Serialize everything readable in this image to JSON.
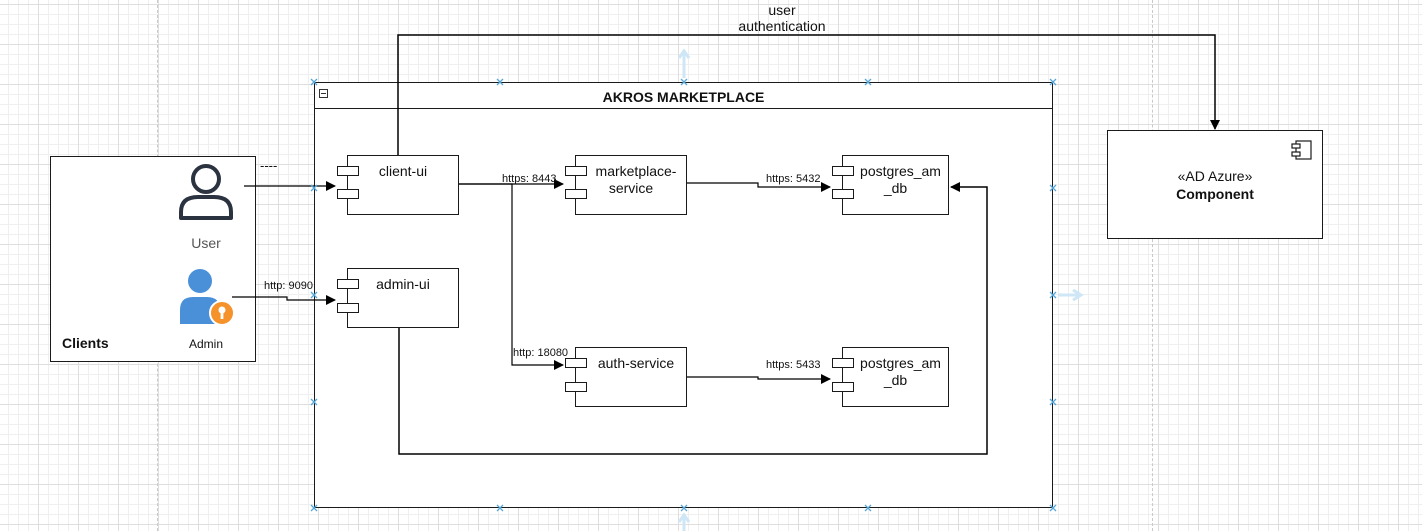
{
  "diagram": {
    "container_title": "AKROS MARKETPLACE",
    "clients_label": "Clients",
    "user_label": "User",
    "admin_label": "Admin",
    "user_dashes": "----",
    "auth_label_line1": "user",
    "auth_label_line2": "authentication",
    "components": {
      "client_ui": "client-ui",
      "admin_ui": "admin-ui",
      "marketplace_line1": "marketplace-",
      "marketplace_line2": "service",
      "auth_service": "auth-service",
      "pg1_line1": "postgres_am",
      "pg1_line2": "_db",
      "pg2_line1": "postgres_am",
      "pg2_line2": "_db"
    },
    "ad_stereotype": "«AD Azure»",
    "ad_name": "Component",
    "edge_labels": {
      "https_8443": "https: 8443",
      "https_5432": "https: 5432",
      "http_9090": "http: 9090",
      "http_18080": "http: 18080",
      "https_5433": "https: 5433"
    },
    "colors": {
      "stroke": "#1a1a1a",
      "user_icon": "#2b3340",
      "admin_icon": "#4a90d9",
      "admin_badge": "#f5922a",
      "guide_blue": "#cfe6f7",
      "handle": "#55a7d8"
    }
  }
}
